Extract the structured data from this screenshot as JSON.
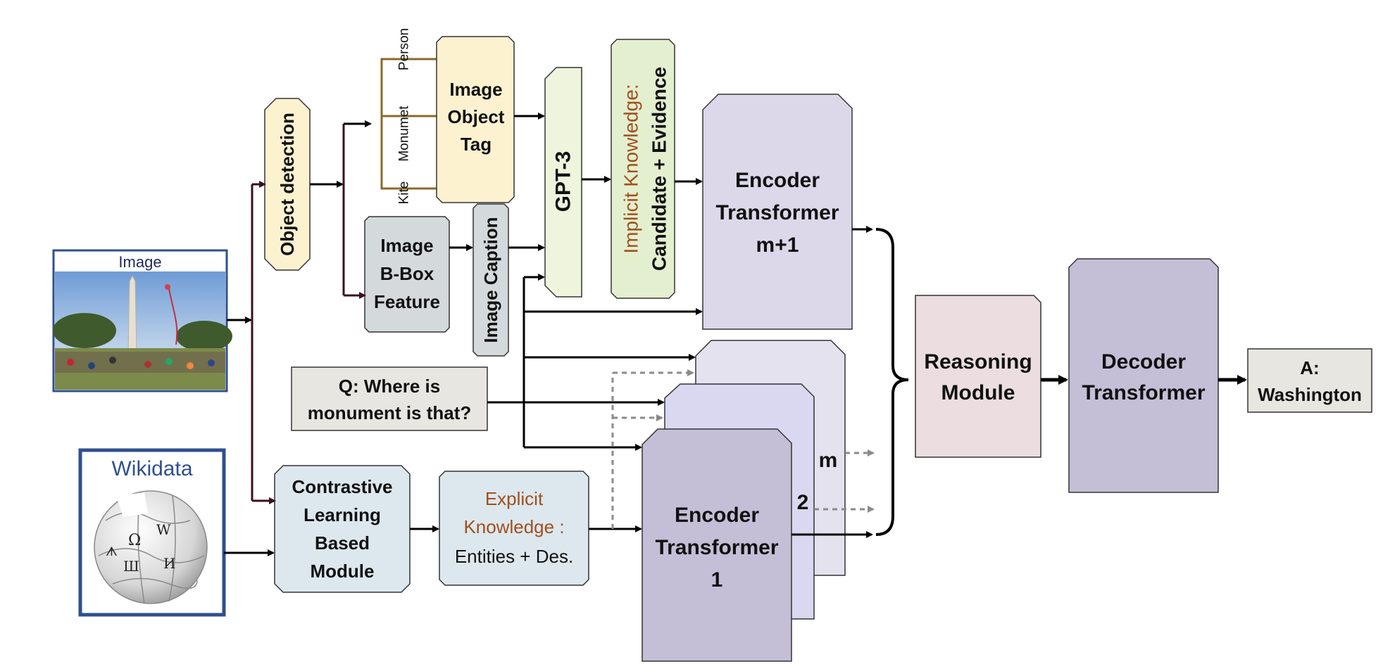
{
  "colors": {
    "image_box_border": "#2f4f8f",
    "object_detection_fill": "#fdf2d0",
    "image_object_tag_fill": "#fdf2d0",
    "bbox_fill": "#d4d9dc",
    "caption_fill": "#d4d9dc",
    "gpt3_fill": "#eef5dc",
    "implicit_fill": "#e3efcf",
    "encoder_m1_fill": "#dcd8ea",
    "encoder_m_fill": "#e4e2ee",
    "encoder_2_fill": "#d9d8f0",
    "encoder_1_fill": "#c4bfd6",
    "question_fill": "#e8e6e0",
    "contrastive_fill": "#dde7ee",
    "explicit_fill": "#dde7ee",
    "reasoning_fill": "#ebdde0",
    "decoder_fill": "#c4bfd6",
    "answer_fill": "#e8e6e0",
    "knowledge_accent": "#a0501e",
    "tree_bracket": "#8a6a2a",
    "dark_connector": "#3a1020",
    "dashed_arrow": "#8a8a8a"
  },
  "image_input": {
    "title": "Image",
    "photo_icon": "washington-monument-photo-icon"
  },
  "wikidata": {
    "title": "Wikidata",
    "logo_icon": "wikipedia-globe-icon"
  },
  "object_detection": {
    "label": "Object detection"
  },
  "detected_tags": [
    "Person",
    "Monumet",
    "Kite"
  ],
  "image_object_tag": {
    "lines": [
      "Image",
      "Object",
      "Tag"
    ]
  },
  "bbox_feature": {
    "lines": [
      "Image",
      "B-Box",
      "Feature"
    ]
  },
  "image_caption": {
    "label": "Image Caption"
  },
  "gpt3": {
    "label": "GPT-3"
  },
  "implicit_knowledge": {
    "title": "Implicit Knowledge:",
    "subtitle": "Candidate + Evidence"
  },
  "encoder_m1": {
    "lines": [
      "Encoder",
      "Transformer",
      "m+1"
    ]
  },
  "question": {
    "lines": [
      "Q: Where is",
      "monument is that?"
    ]
  },
  "contrastive": {
    "lines": [
      "Contrastive",
      "Learning",
      "Based",
      "Module"
    ]
  },
  "explicit_knowledge": {
    "title_lines": [
      "Explicit",
      "Knowledge :"
    ],
    "subtitle": "Entities + Des."
  },
  "encoder_stack": {
    "front_lines": [
      "Encoder",
      "Transformer",
      "1"
    ],
    "label_2": "2",
    "label_m": "m"
  },
  "reasoning": {
    "lines": [
      "Reasoning",
      "Module"
    ]
  },
  "decoder": {
    "lines": [
      "Decoder",
      "Transformer"
    ]
  },
  "answer": {
    "lines": [
      "A:",
      "Washington"
    ]
  }
}
